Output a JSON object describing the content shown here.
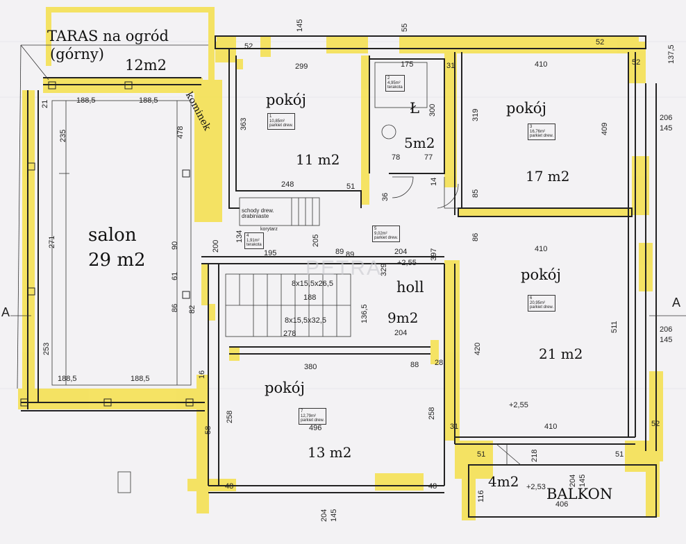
{
  "rooms": {
    "taras": {
      "name": "TARAS na ogród",
      "sub": "(górny)",
      "area": "12m2"
    },
    "kominek": "kominek",
    "salon": {
      "name": "salon",
      "area": "29 m2"
    },
    "pokoj1": {
      "name": "pokój",
      "area": "11 m2"
    },
    "lazienka": {
      "name": "Ł",
      "area": "5m2"
    },
    "pokoj2": {
      "name": "pokój",
      "area": "17 m2"
    },
    "holl": {
      "name": "holl",
      "area": "9m2"
    },
    "pokoj3": {
      "name": "pokój",
      "area": "21 m2"
    },
    "pokoj4": {
      "name": "pokój",
      "area": "13 m2"
    },
    "balkon": {
      "name": "BALKON",
      "area": "4m2"
    }
  },
  "dimensions": {
    "d188_5": "188,5",
    "d299": "299",
    "d175": "175",
    "d410": "410",
    "d363": "363",
    "d300": "300",
    "d319": "319",
    "d409": "409",
    "d478": "478",
    "d235": "235",
    "d271": "271",
    "d253": "253",
    "d90": "90",
    "d61": "61",
    "d86": "86",
    "d248": "248",
    "d51": "51",
    "d78": "78",
    "d77": "77",
    "d205": "205",
    "d85": "85",
    "d204": "204",
    "d195": "195",
    "d89": "89",
    "d397": "397",
    "d329": "329",
    "d188": "188",
    "d136_5": "136,5",
    "d278": "278",
    "d380": "380",
    "d88": "88",
    "d496": "496",
    "d258": "258",
    "d420": "420",
    "d511": "511",
    "d145": "145",
    "d206": "206",
    "d137_5": "137,5",
    "d52": "52",
    "d31": "31",
    "d116": "116",
    "d406": "406",
    "d48": "48",
    "d58": "58",
    "d16": "16",
    "d21": "21",
    "d55": "55",
    "d14": "14",
    "d36": "36",
    "d200": "200",
    "d134": "134",
    "d82": "82",
    "d28": "28",
    "d218": "218",
    "lvl": "+2,55",
    "lvl2": "+2,53",
    "stairs1": "8x15,5x26,5",
    "stairs2": "8x15,5x32,5",
    "secA": "A"
  },
  "tags": {
    "t1": {
      "n": "1",
      "a": "10,85m²",
      "f": "parkiet drew."
    },
    "t2": {
      "n": "2",
      "a": "4,95m²",
      "f": "terakota"
    },
    "t3": {
      "n": "3",
      "a": "16,76m²",
      "f": "parkiet drew."
    },
    "t4": {
      "n": "4",
      "a": "1,91m²",
      "f": "terakota"
    },
    "t5": {
      "n": "5",
      "a": "9,02m²",
      "f": "parkiet drew."
    },
    "t6": {
      "n": "6",
      "a": "20,95m²",
      "f": "parkiet drew."
    },
    "t7": {
      "n": "7",
      "a": "12,79m²",
      "f": "parkiet drew."
    },
    "schody": "schody drew. drabiniaste",
    "korytarz": "korytarz"
  },
  "watermark": "PETRA",
  "colors": {
    "wall_highlight": "#f5e04a",
    "line": "#222222",
    "paper": "#f3f2f4"
  }
}
